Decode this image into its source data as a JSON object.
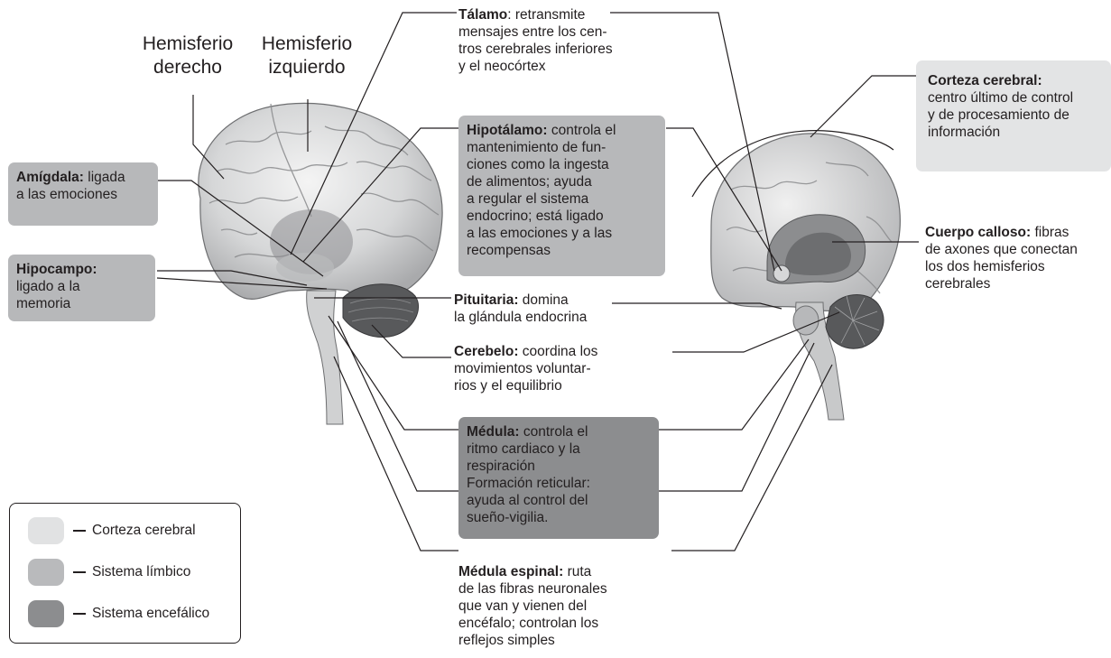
{
  "hemispheres": {
    "right": "Hemisferio\nderecho",
    "left": "Hemisferio\nizquierdo"
  },
  "labels": {
    "talamo": {
      "term": "Tálamo",
      "text": ": retransmite\nmensajes entre los cen-\ntros cerebrales inferiores\ny el neocórtex"
    },
    "hipotalamo": {
      "term": "Hipotálamo:",
      "text": " controla el\nmantenimiento de fun-\nciones como la ingesta\nde alimentos; ayuda\na regular el sistema\nendocrino; está ligado\na las emociones y a las\nrecompensas"
    },
    "amigdala": {
      "term": "Amígdala:",
      "text": " ligada\na las emociones"
    },
    "hipocampo": {
      "term": "Hipocampo:",
      "text": "\nligado a la\nmemoria"
    },
    "pituitaria": {
      "term": "Pituitaria:",
      "text": "  domina\nla glándula endocrina"
    },
    "cerebelo": {
      "term": "Cerebelo:",
      "text": " coordina los\nmovimientos voluntar-\nrios y el equilibrio"
    },
    "medula": {
      "term": "Médula:",
      "text": " controla el\nritmo cardiaco y la\nrespiración\nFormación reticular:\nayuda al control del\nsueño-vigilia."
    },
    "medula_espinal": {
      "term": "Médula espinal:",
      "text": " ruta\nde las fibras neuronales\nque van y vienen del\nencéfalo; controlan los\nreflejos simples"
    },
    "corteza": {
      "term": "Corteza cerebral:",
      "text": "\ncentro último de control\ny de procesamiento de\ninformación"
    },
    "cuerpo_calloso": {
      "term": "Cuerpo calloso:",
      "text": " fibras\nde axones que conectan\nlos dos hemisferios\ncerebrales"
    }
  },
  "legend": [
    {
      "label": "Corteza cerebral",
      "color": "#e1e2e3"
    },
    {
      "label": "Sistema límbico",
      "color": "#b9babc"
    },
    {
      "label": "Sistema encefálico",
      "color": "#8c8d8f"
    }
  ]
}
